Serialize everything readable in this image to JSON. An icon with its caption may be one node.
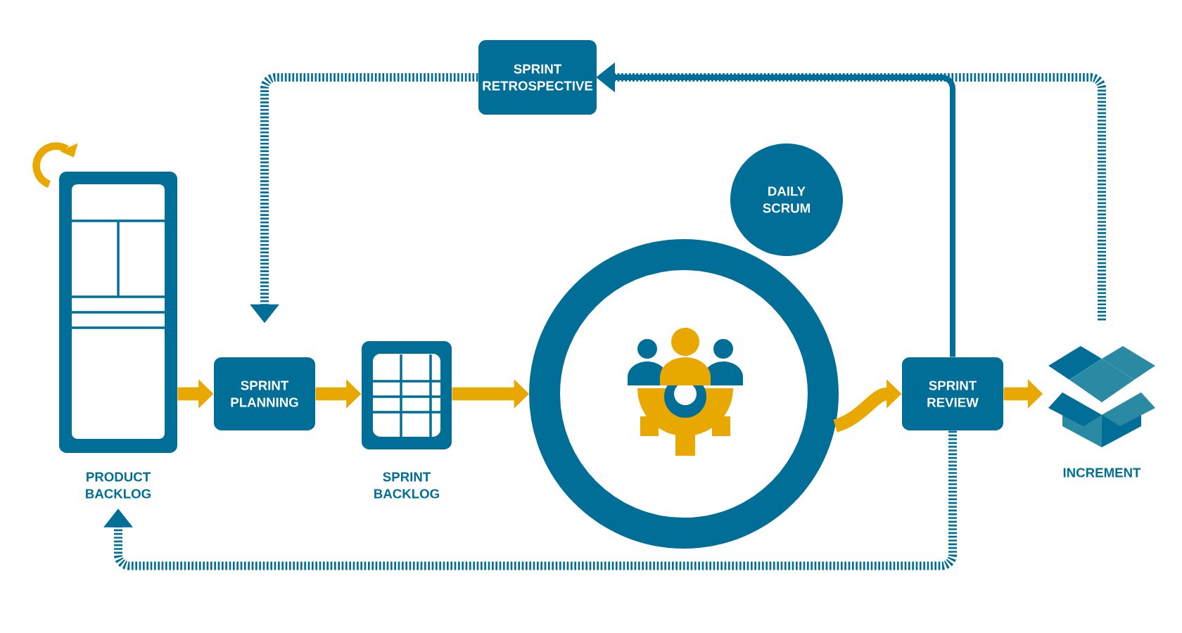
{
  "diagram": {
    "nodes": [
      {
        "text": [
          "PRODUCT BACKLOG"
        ]
      },
      {
        "text": [
          "SPRINT PLANNING"
        ]
      },
      {
        "text": [
          "SPRINT BACKLOG"
        ]
      },
      {
        "text": [
          "SPRINT RETROSPECTIVE"
        ]
      },
      {
        "text": [
          "DAILY SCRUM"
        ]
      },
      {
        "text": [],
        "shape": "circle"
      },
      {
        "text": [
          "SPRINT REVIEW"
        ]
      },
      {
        "text": [
          "INCREMENT"
        ]
      }
    ],
    "edges": [
      {
        "from": 0,
        "to": 1,
        "arrow": "to"
      },
      {
        "from": 1,
        "to": 2,
        "arrow": "to"
      },
      {
        "from": 2,
        "to": 5,
        "arrow": "to"
      },
      {
        "from": 5,
        "to": 6,
        "arrow": "to"
      },
      {
        "from": 6,
        "to": 7,
        "arrow": "to"
      },
      {
        "from": 7,
        "to": 3,
        "arrow": "to",
        "style": "dashed",
        "color": "#006e96"
      },
      {
        "from": 6,
        "to": 3,
        "arrow": "to",
        "color": "#006e96"
      },
      {
        "from": 3,
        "to": 1,
        "arrow": "to",
        "style": "dashed",
        "color": "#006e96"
      },
      {
        "from": 6,
        "to": 0,
        "arrow": "to",
        "style": "dashed",
        "color": "#006e96"
      }
    ]
  }
}
